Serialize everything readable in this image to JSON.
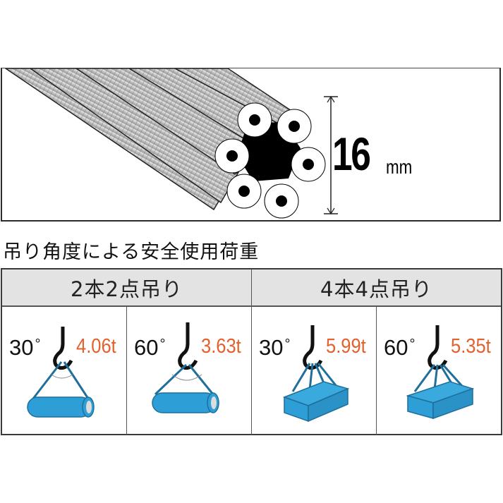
{
  "rope": {
    "diameter_value": "16",
    "diameter_unit": "mm",
    "image": "wire-rope-cross-section-6-strand"
  },
  "section_title": "吊り角度による安全使用荷重",
  "table": {
    "headers": [
      "2本2点吊り",
      "4本4点吊り"
    ],
    "cells": [
      {
        "angle": "30",
        "load": "4.06t",
        "load_type": "2-leg-cylinder"
      },
      {
        "angle": "60",
        "load": "3.63t",
        "load_type": "2-leg-cylinder"
      },
      {
        "angle": "30",
        "load": "5.99t",
        "load_type": "4-leg-box"
      },
      {
        "angle": "60",
        "load": "5.35t",
        "load_type": "4-leg-box"
      }
    ],
    "degree_symbol": "°"
  },
  "colors": {
    "load_text": "#e4602c",
    "load_fill": "#2e9fd6",
    "sling": "#1f6f9a",
    "header_bg": "#e3e3e3"
  }
}
